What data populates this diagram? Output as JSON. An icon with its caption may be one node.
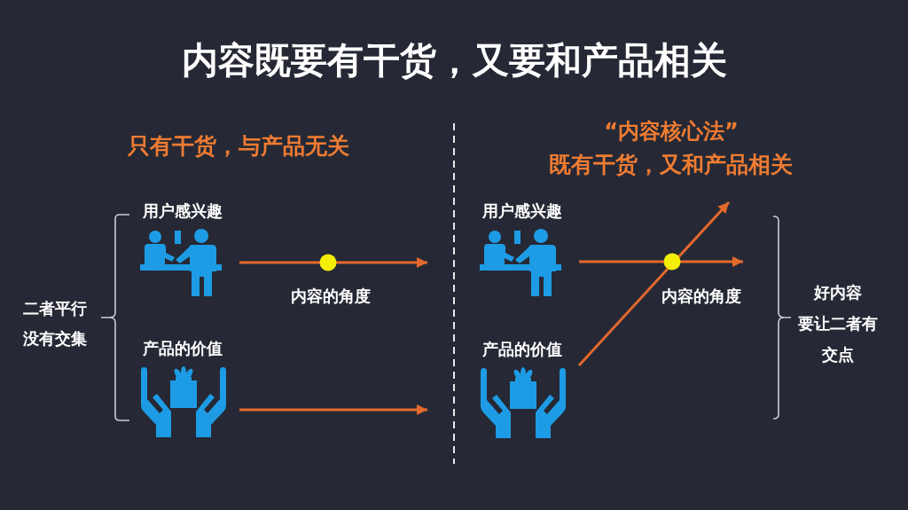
{
  "diagram": {
    "title": "内容既要有干货，又要和产品相关",
    "nodes": [
      {
        "text": [
          "用户感兴趣"
        ]
      },
      {
        "text": [
          "产品的价值"
        ]
      },
      {
        "text": [
          "用户感兴趣"
        ]
      },
      {
        "text": [
          "产品的价值"
        ]
      }
    ],
    "edges": [
      {
        "from": 0,
        "to": null,
        "arrow": "to"
      },
      {
        "from": 1,
        "to": null,
        "arrow": "to"
      },
      {
        "from": 2,
        "to": null,
        "arrow": "to"
      },
      {
        "from": 3,
        "to": null,
        "arrow": "to"
      }
    ],
    "labels": [
      "只有干货，与产品无关",
      "“内容核心法”",
      "既有干货，又和产品相关",
      "二者平行没有交集",
      "内容的角度",
      "内容的角度",
      "好内容要让二者有交点"
    ]
  }
}
